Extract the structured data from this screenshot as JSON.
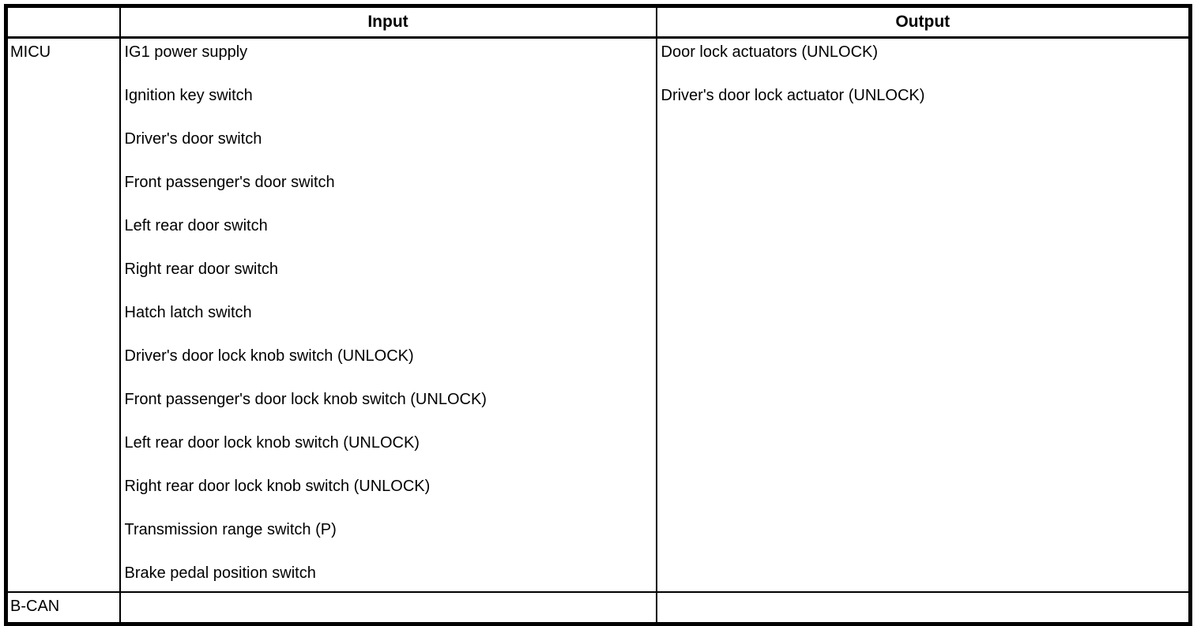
{
  "table": {
    "header": {
      "blank": "",
      "input": "Input",
      "output": "Output"
    },
    "rows": [
      {
        "label": "MICU",
        "inputs": [
          "IG1 power supply",
          "Ignition key switch",
          "Driver's door switch",
          "Front passenger's door switch",
          "Left rear door switch",
          "Right rear door switch",
          "Hatch latch switch",
          "Driver's door lock knob switch (UNLOCK)",
          "Front passenger's door lock knob switch (UNLOCK)",
          "Left rear door lock knob switch (UNLOCK)",
          "Right rear door lock knob switch (UNLOCK)",
          "Transmission range switch (P)",
          "Brake pedal position switch"
        ],
        "outputs": [
          "Door lock actuators (UNLOCK)",
          "Driver's door lock actuator (UNLOCK)"
        ]
      },
      {
        "label": "B-CAN",
        "inputs": [],
        "outputs": []
      }
    ],
    "colors": {
      "border": "#000000",
      "background": "#ffffff",
      "text": "#000000"
    }
  }
}
